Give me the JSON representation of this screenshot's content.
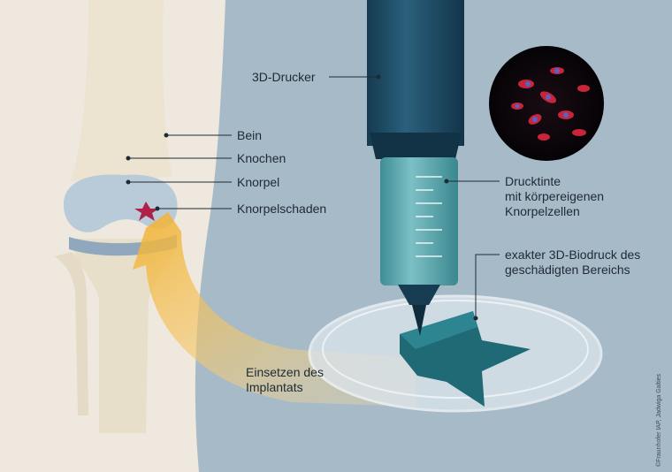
{
  "labels": {
    "printer": "3D-Drucker",
    "leg": "Bein",
    "bone": "Knochen",
    "cartilage": "Knorpel",
    "cartilage_damage": "Knorpelschaden",
    "ink_line1": "Drucktinte",
    "ink_line2": "mit körpereigenen",
    "ink_line3": "Knorpelzellen",
    "biodruck_line1": "exakter 3D-Biodruck des",
    "biodruck_line2": "geschädigten Bereichs",
    "implant_line1": "Einsetzen des",
    "implant_line2": "Implantats"
  },
  "credit": "©Fraunhofer IAP, Jadwiga Galties",
  "colors": {
    "background": "#a7bac8",
    "printer": "#1d4a63",
    "ink": "#4f9ca3",
    "implant": "#1f6a74",
    "arrow": "#f2b63a",
    "damage": "#b0204a"
  }
}
